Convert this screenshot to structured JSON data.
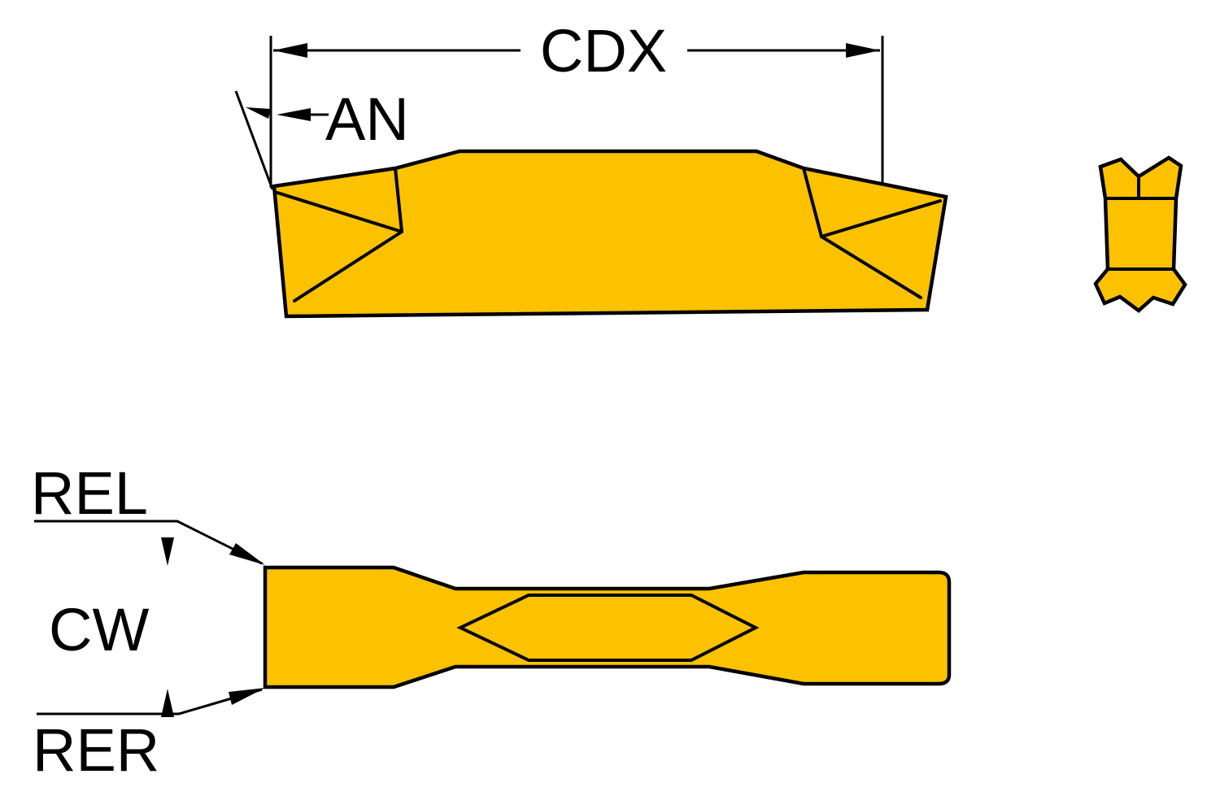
{
  "diagram": {
    "labels": {
      "cdx": "CDX",
      "an": "AN",
      "rel": "REL",
      "cw": "CW",
      "rer": "RER"
    },
    "colors": {
      "insert_fill": "#FCC200",
      "line": "#000000",
      "background": "#FFFFFF"
    }
  }
}
